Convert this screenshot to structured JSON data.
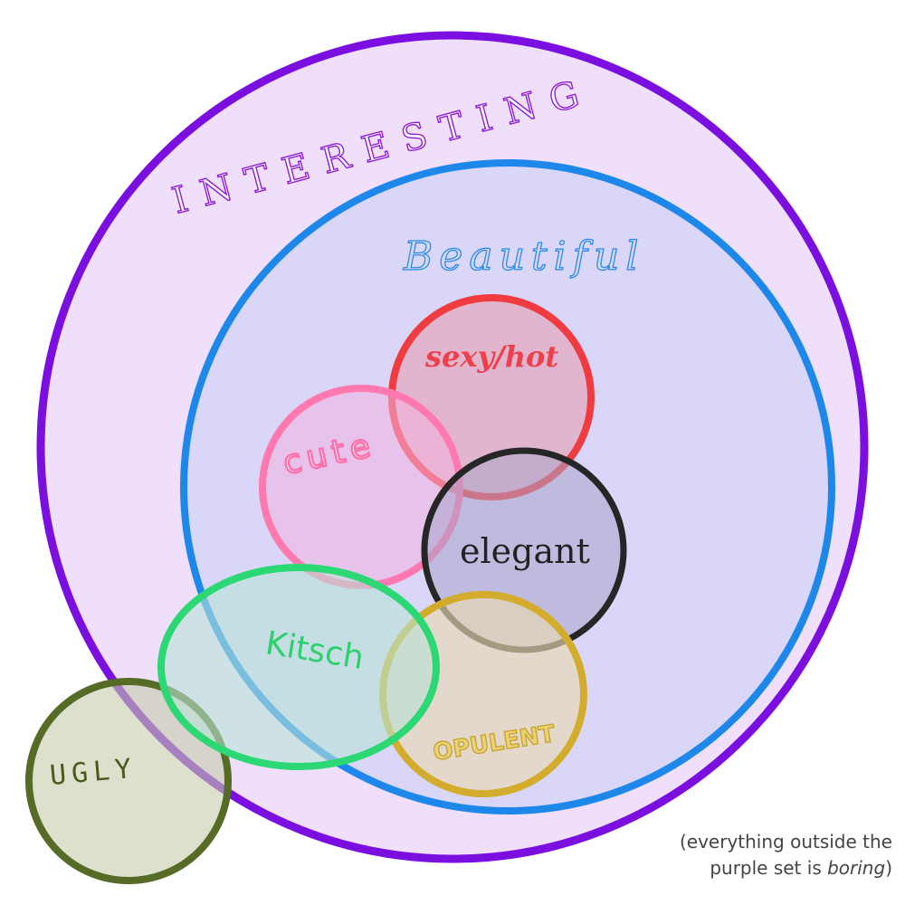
{
  "sets": {
    "interesting": {
      "label": "INTERESTING",
      "color": "#7b0fe0",
      "fill": "#efdffb"
    },
    "beautiful": {
      "label": "Beautiful",
      "color": "#1d88ea",
      "fill": "#d9d6f8"
    },
    "sexy_hot": {
      "label": "sexy/hot",
      "color": "#f03c40",
      "fill": "#dfb6cf"
    },
    "cute": {
      "label": "cute",
      "color": "#ff79b0",
      "fill": "#e7c2ea"
    },
    "elegant": {
      "label": "elegant",
      "color": "#262626",
      "fill": "#bfbce0"
    },
    "kitsch": {
      "label": "Kitsch",
      "color": "#2bd873",
      "fill": "#c4e1e4"
    },
    "opulent": {
      "label": "OPULENT",
      "color": "#d3ac2e",
      "fill": "#e2d6c9"
    },
    "ugly": {
      "label": "UGLY",
      "color": "#566b25",
      "fill": "#d5d9c6"
    }
  },
  "footnote": {
    "line1": "(everything outside the",
    "line2_prefix": "purple set is ",
    "line2_emphasis": "boring",
    "line2_suffix": ")"
  }
}
